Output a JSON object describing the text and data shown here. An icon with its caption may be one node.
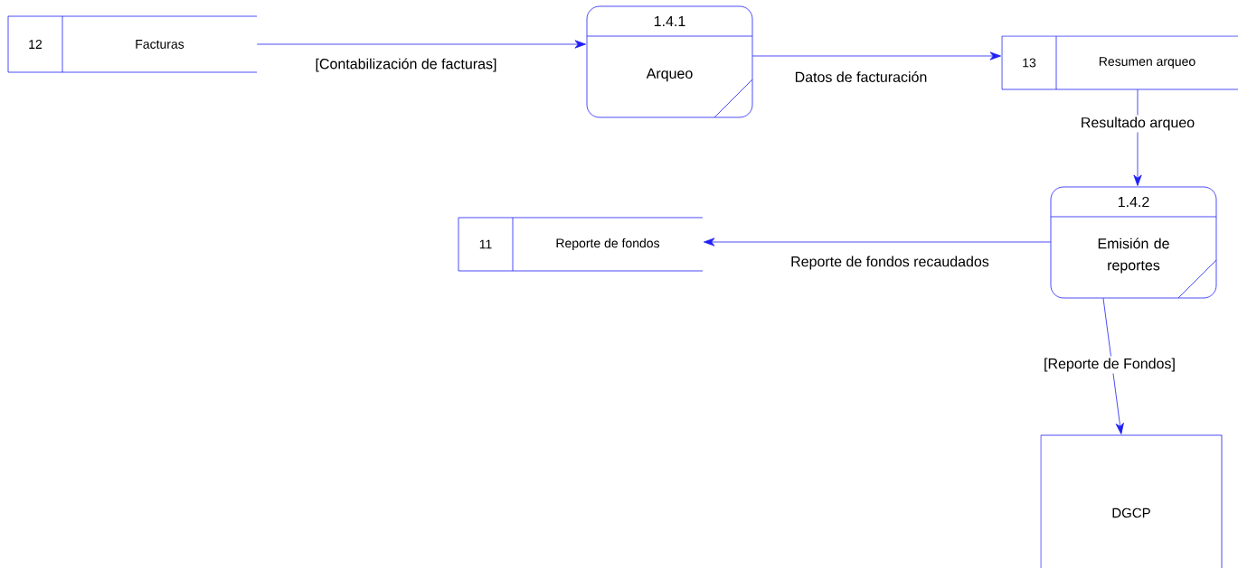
{
  "diagram": {
    "nodes": [
      {
        "text": [
          "12",
          "Facturas"
        ]
      },
      {
        "text": [
          "1.4.1",
          "Arqueo"
        ]
      },
      {
        "text": [
          "13",
          "Resumen arqueo"
        ]
      },
      {
        "text": [
          "1.4.2",
          "Emisión de reportes"
        ]
      },
      {
        "text": [
          "11",
          "Reporte de fondos"
        ]
      },
      {
        "text": [
          "DGCP"
        ]
      }
    ],
    "edges": [
      {
        "from": 0,
        "to": 1,
        "arrow": "to",
        "label": "[Contabilización de facturas]"
      },
      {
        "from": 1,
        "to": 2,
        "arrow": "to",
        "label": "Datos de facturación"
      },
      {
        "from": 2,
        "to": 3,
        "arrow": "to",
        "label": "Resultado arqueo"
      },
      {
        "from": 3,
        "to": 4,
        "arrow": "to",
        "label": "Reporte de fondos recaudados"
      },
      {
        "from": 3,
        "to": 5,
        "arrow": "to",
        "label": "[Reporte de Fondos]"
      }
    ]
  }
}
